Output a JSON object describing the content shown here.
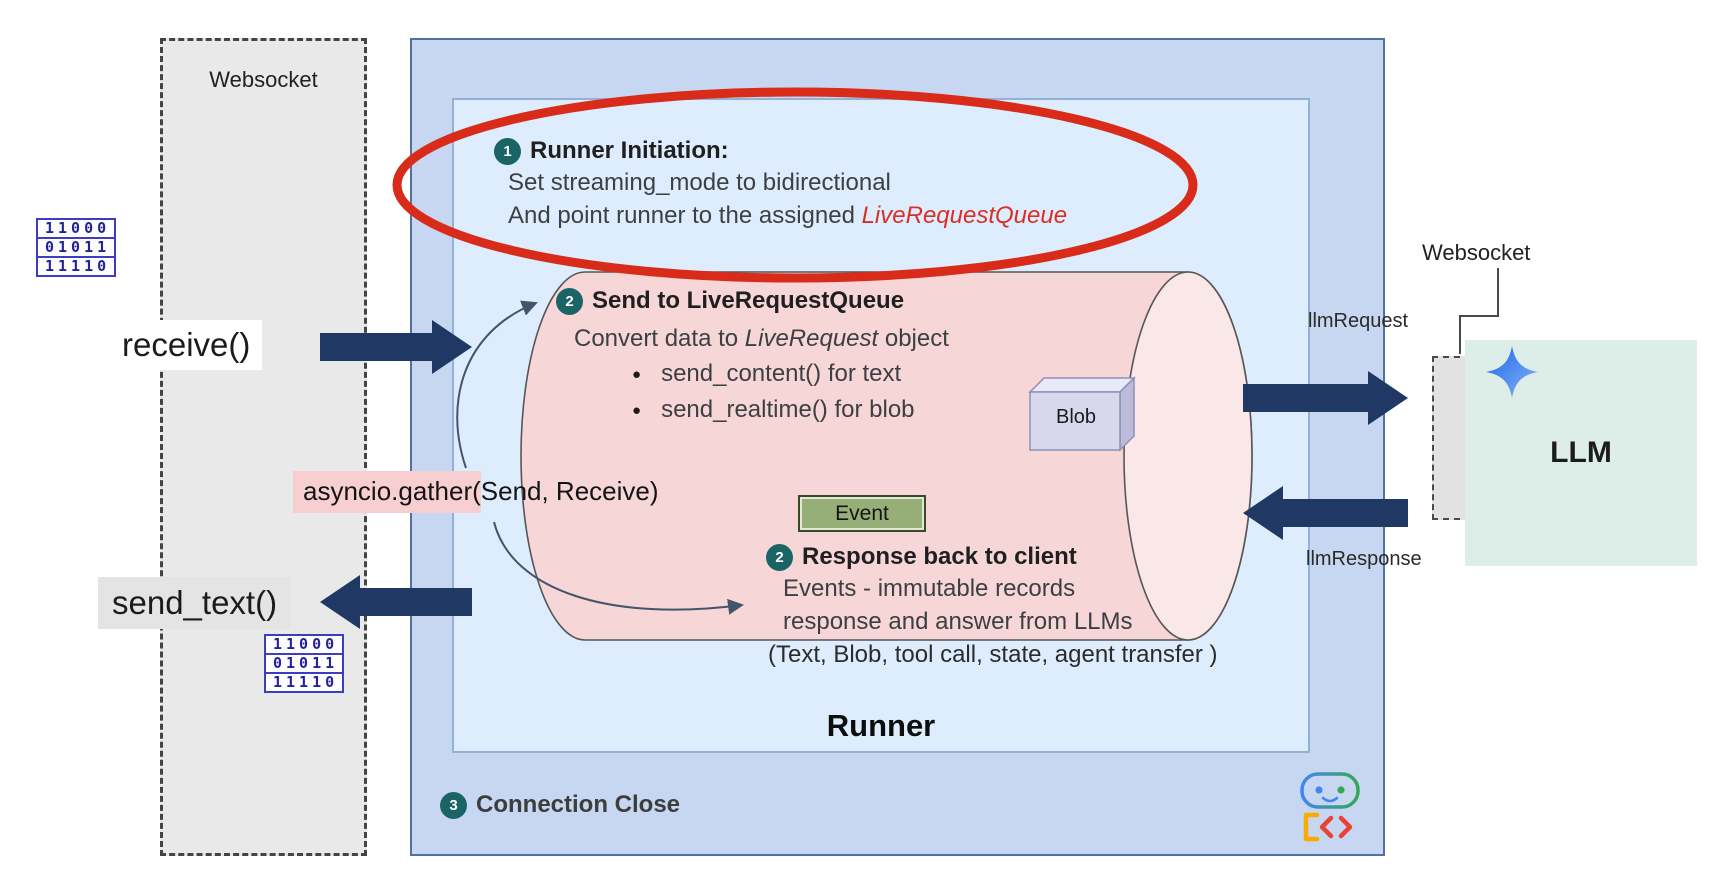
{
  "left_panel": {
    "title": "Websocket",
    "receive_label": "receive()",
    "send_label": "send_text()",
    "binary_rows": [
      "11000",
      "01011",
      "11110"
    ]
  },
  "runner": {
    "title": "Runner",
    "gather_highlight": "asyncio.gather(",
    "gather_rest": "Send, Receive)",
    "blob_label": "Blob",
    "event_label": "Event",
    "step1": {
      "num": "1",
      "heading": "Runner Initiation:",
      "line1": "Set streaming_mode to bidirectional",
      "line2_prefix": "And point runner to the assigned ",
      "line2_red": "LiveRequestQueue"
    },
    "step2_send": {
      "num": "2",
      "heading": "Send to LiveRequestQueue",
      "convert_prefix": "Convert data to ",
      "convert_italic": "LiveRequest",
      "convert_suffix": " object",
      "bullets": [
        "send_content() for text",
        "send_realtime() for blob"
      ]
    },
    "step2_recv": {
      "num": "2",
      "heading": "Response back to client",
      "line1": "Events - immutable records",
      "line2": "response and answer from LLMs",
      "line3": "(Text, Blob, tool call, state, agent transfer )"
    },
    "step3": {
      "num": "3",
      "heading": "Connection Close"
    }
  },
  "right_panel": {
    "websocket_label": "Websocket",
    "llm_request_label": "llmRequest",
    "llm_response_label": "llmResponse",
    "llm_label": "LLM"
  },
  "icons": {
    "gemini_sparkle": "four-point-star",
    "adk_logo": "robot-face-with-code-brackets",
    "binary_block": "binary-digits-block"
  },
  "colors": {
    "arrow_navy": "#1f3864",
    "highlight_red": "#d92b1a",
    "badge_teal": "#1a6466",
    "cylinder_pink": "#f6d6d6",
    "event_green": "#96ae78",
    "llm_mint": "#ddeee9",
    "outer_blue": "#c7d7f1",
    "inner_blue": "#ddedfd"
  }
}
